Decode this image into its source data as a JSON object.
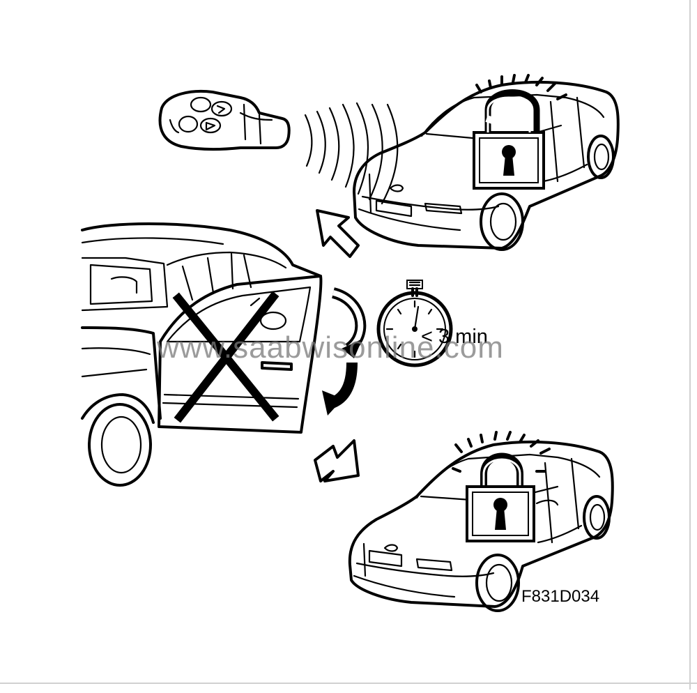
{
  "timer": {
    "label": "< 3 min"
  },
  "figure_code": "F831D034",
  "watermark": "www.saabwisonline.com",
  "icons": {
    "remote": "key-fob-icon",
    "unlocked": "unlocked-padlock-icon",
    "locked": "locked-padlock-icon",
    "stopwatch": "stopwatch-icon"
  },
  "colors": {
    "line": "#000000",
    "background": "#ffffff",
    "watermark": "#7a7a7a"
  }
}
